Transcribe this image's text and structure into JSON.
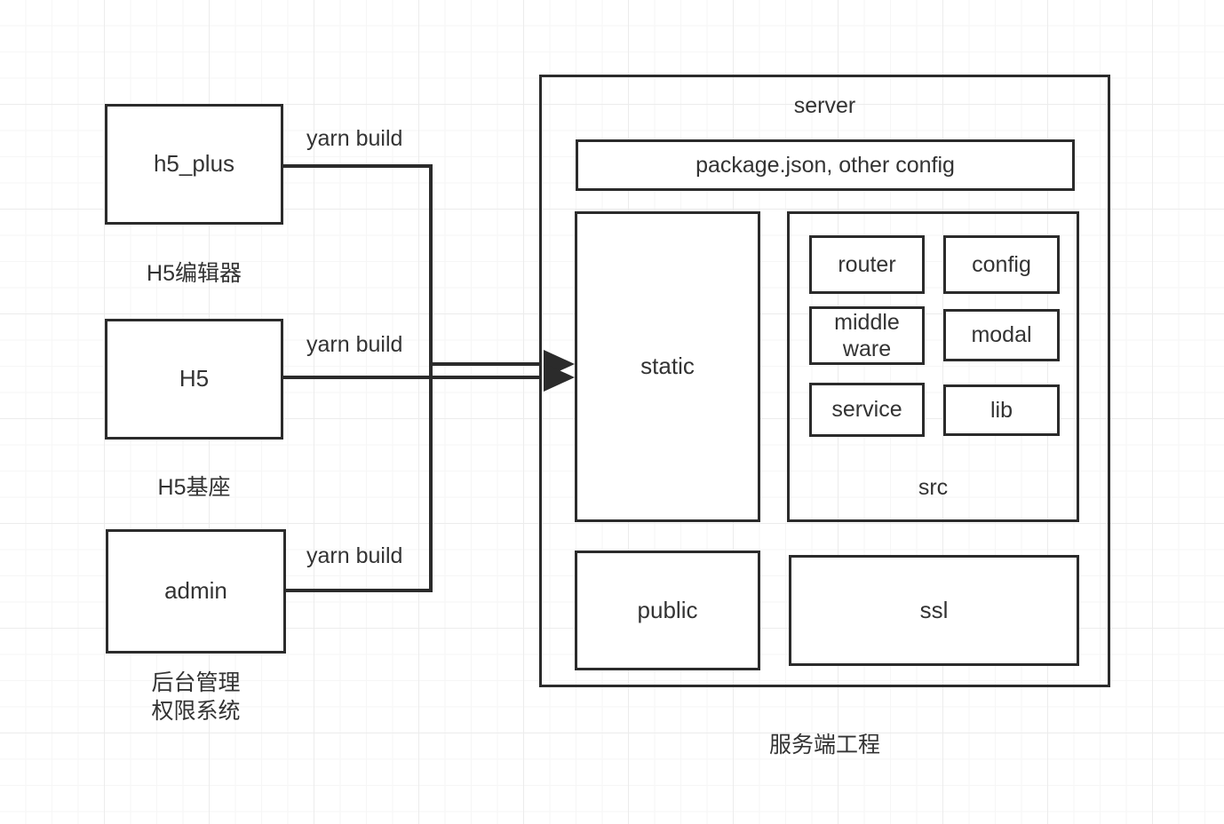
{
  "diagram": {
    "title_caption": "服务端工程",
    "stroke_color": "#2b2b2b",
    "text_color": "#333333",
    "background_color": "#ffffff"
  },
  "sources": [
    {
      "key": "h5_plus",
      "label": "h5_plus",
      "caption": "H5编辑器",
      "edge_label": "yarn build"
    },
    {
      "key": "h5",
      "label": "H5",
      "caption": "H5基座",
      "edge_label": "yarn build"
    },
    {
      "key": "admin",
      "label": "admin",
      "caption": "后台管理\n权限系统",
      "edge_label": "yarn build"
    }
  ],
  "server": {
    "label": "server",
    "config_box": "package.json, other config",
    "static_box": "static",
    "src": {
      "label": "src",
      "items": [
        {
          "key": "router",
          "label": "router"
        },
        {
          "key": "config",
          "label": "config"
        },
        {
          "key": "middleware",
          "label": "middle\nware"
        },
        {
          "key": "modal",
          "label": "modal"
        },
        {
          "key": "service",
          "label": "service"
        },
        {
          "key": "lib",
          "label": "lib"
        }
      ]
    },
    "public_box": "public",
    "ssl_box": "ssl"
  }
}
